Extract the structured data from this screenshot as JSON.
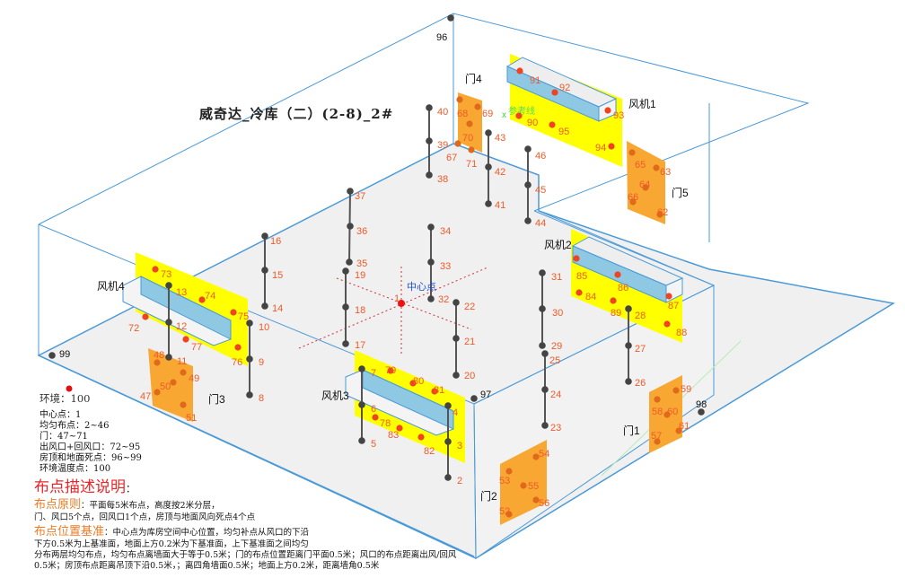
{
  "title": "威奇达_冷库（二）(2-8)_2#",
  "labels": {
    "door1": "门1",
    "door2": "门2",
    "door3": "门3",
    "door4": "门4",
    "door5": "门5",
    "fan1": "风机1",
    "fan2": "风机2",
    "fan3": "风机3",
    "fan4": "风机4",
    "reference_line": "参考线",
    "center": "中心点",
    "env": "环境：100"
  },
  "legend": [
    "中心点：1",
    "均匀布点：2~46",
    "门：47~71",
    "出风口+回风口：72~95",
    "房顶和地面死点：96~99",
    "环境温度点：100"
  ],
  "description": {
    "heading": "布点描述说明",
    "principle_title": "布点原则",
    "principle_lines": [
      "：平面每5米布点，高度按2米分层，",
      "门、风口5个点，回风口1个点，房顶与地面风向死点4个点"
    ],
    "basis_title": "布点位置基准",
    "basis_lines": [
      "：中心点为库房空间中心位置，均匀补点从风口的下沿",
      "下方0.5米为上基准面，地面上方0.2米为下基准面，上下基准面之间均匀",
      "分布两层均匀布点，均匀布点离墙面大于等于0.5米；门的布点位置距离门平面0.5米；风口的布点距离出风/回风",
      "0.5米；房顶布点距离吊顶下沿0.5米，；离四角墙面0.5米；地面上方0.2米，距离墙角0.5米"
    ]
  },
  "points": {
    "center": "1",
    "uniform": [
      "2",
      "3",
      "4",
      "5",
      "6",
      "7",
      "8",
      "9",
      "10",
      "11",
      "12",
      "13",
      "14",
      "15",
      "16",
      "17",
      "18",
      "19",
      "20",
      "21",
      "22",
      "23",
      "24",
      "25",
      "26",
      "27",
      "28",
      "29",
      "30",
      "31",
      "32",
      "33",
      "34",
      "35",
      "36",
      "37",
      "38",
      "39",
      "40",
      "41",
      "42",
      "43",
      "44",
      "45",
      "46"
    ],
    "door": [
      "47",
      "48",
      "49",
      "50",
      "51",
      "52",
      "53",
      "54",
      "55",
      "56",
      "57",
      "58",
      "59",
      "60",
      "61",
      "62",
      "63",
      "64",
      "65",
      "66",
      "67",
      "68",
      "69",
      "70",
      "71"
    ],
    "vent": [
      "72",
      "73",
      "74",
      "75",
      "76",
      "77",
      "78",
      "79",
      "80",
      "81",
      "82",
      "83",
      "84",
      "85",
      "86",
      "87",
      "88",
      "89",
      "90",
      "91",
      "92",
      "93",
      "94",
      "95"
    ],
    "dead": [
      "96",
      "97",
      "98",
      "99"
    ],
    "env": "100"
  },
  "colors": {
    "wall_line": "#4a9ad8",
    "floor": "#f0f0f0",
    "door": "#f8a832",
    "vent_panel": "#ffff00",
    "fan_face": "#8ec8e2",
    "point_label": "#f05a28",
    "pole": "#444444",
    "heading": "#e8262a",
    "subheading": "#f07a22"
  }
}
